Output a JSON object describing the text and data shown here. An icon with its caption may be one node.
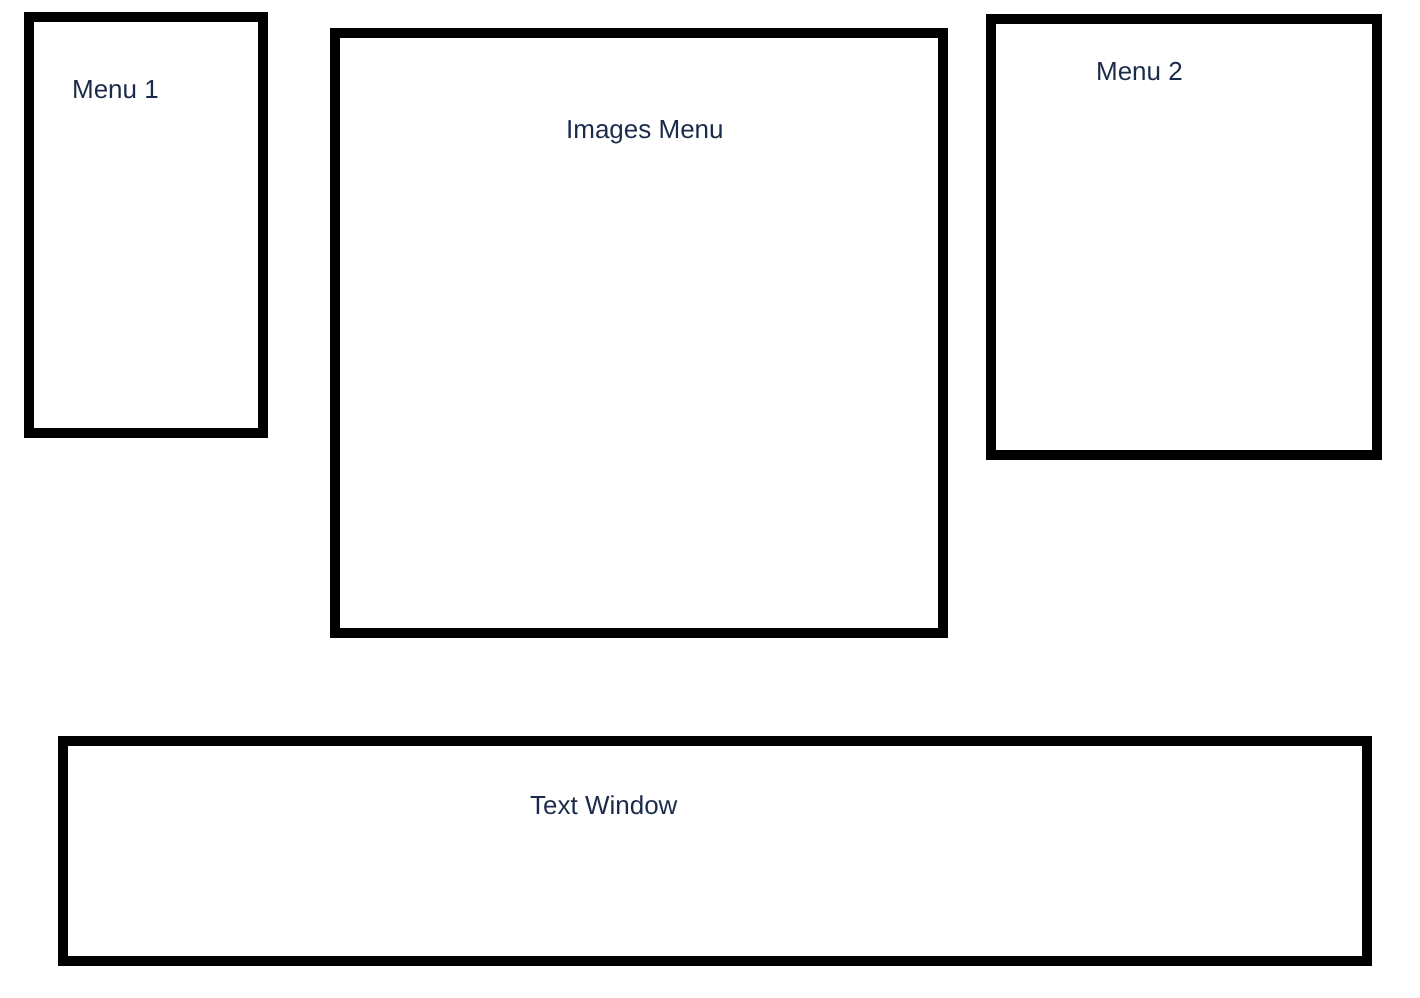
{
  "diagram": {
    "nodes": [
      {
        "text": [
          "Menu 1"
        ]
      },
      {
        "text": [
          "Images Menu"
        ]
      },
      {
        "text": [
          "Menu 2"
        ]
      },
      {
        "text": [
          "Text Window"
        ]
      }
    ]
  }
}
